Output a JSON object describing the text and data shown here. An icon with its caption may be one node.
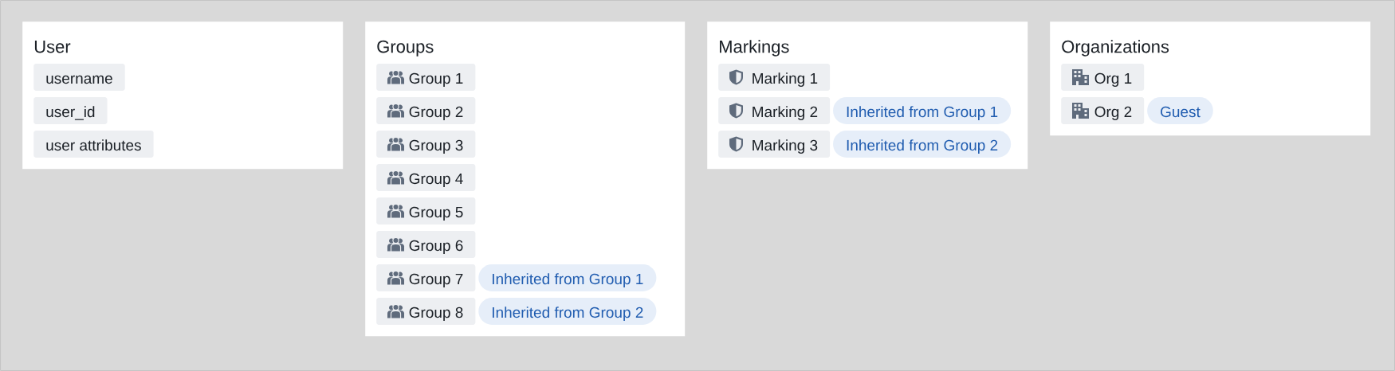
{
  "diagram": {
    "nodes": [
      {
        "text": [
          "User"
        ]
      },
      {
        "text": [
          "username"
        ],
        "in": 0
      },
      {
        "text": [
          "user_id"
        ],
        "in": 0
      },
      {
        "text": [
          "user attributes"
        ],
        "in": 0
      },
      {
        "text": [
          "Groups"
        ]
      },
      {
        "text": [
          "Group 1"
        ],
        "in": 4
      },
      {
        "text": [
          "Group 2"
        ],
        "in": 4
      },
      {
        "text": [
          "Group 3"
        ],
        "in": 4
      },
      {
        "text": [
          "Group 4"
        ],
        "in": 4
      },
      {
        "text": [
          "Group 5"
        ],
        "in": 4
      },
      {
        "text": [
          "Group 6"
        ],
        "in": 4
      },
      {
        "text": [
          "Group 7"
        ],
        "in": 4
      },
      {
        "text": [
          "Inherited from Group 1"
        ],
        "in": 4
      },
      {
        "text": [
          "Group 8"
        ],
        "in": 4
      },
      {
        "text": [
          "Inherited from Group 2"
        ],
        "in": 4
      },
      {
        "text": [
          "Markings"
        ]
      },
      {
        "text": [
          "Marking 1"
        ],
        "in": 15
      },
      {
        "text": [
          "Marking 2"
        ],
        "in": 15
      },
      {
        "text": [
          "Inherited from Group 1"
        ],
        "in": 15
      },
      {
        "text": [
          "Marking 3"
        ],
        "in": 15
      },
      {
        "text": [
          "Inherited from Group 2"
        ],
        "in": 15
      },
      {
        "text": [
          "Organizations"
        ]
      },
      {
        "text": [
          "Org 1"
        ],
        "in": 21
      },
      {
        "text": [
          "Org 2"
        ],
        "in": 21
      },
      {
        "text": [
          "Guest"
        ],
        "in": 21
      }
    ]
  }
}
